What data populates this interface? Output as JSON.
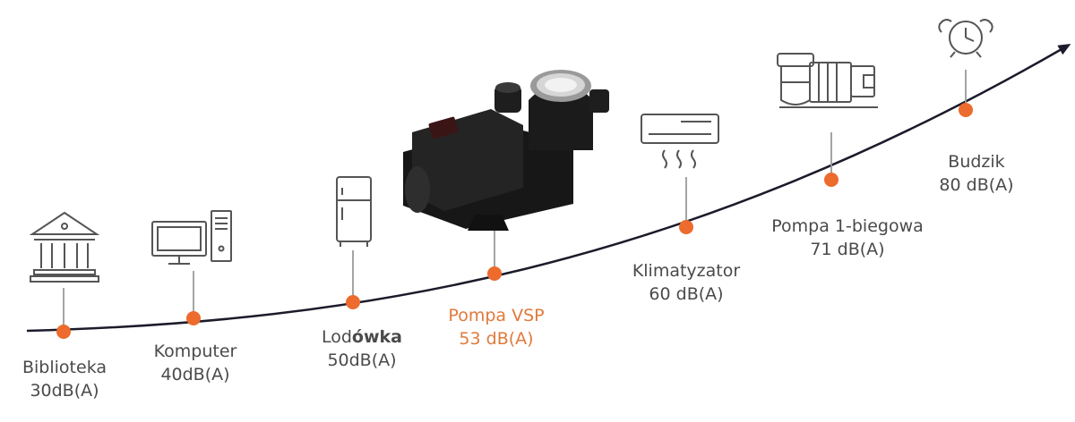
{
  "colors": {
    "curve": "#1b1b2b",
    "dot": "#ec6b2d",
    "stem": "#9a9a9a",
    "icon": "#555555",
    "highlight": "#e07a3c",
    "text": "#4a4a4a"
  },
  "items": [
    {
      "id": "biblioteka",
      "name": "Biblioteka",
      "level": "30dB(A)",
      "icon": "library-icon",
      "highlight": false
    },
    {
      "id": "komputer",
      "name": "Komputer",
      "level": "40dB(A)",
      "icon": "computer-icon",
      "highlight": false
    },
    {
      "id": "lodowka",
      "name_plain": "Lod",
      "name_bold": "ówka",
      "level": "50dB(A)",
      "icon": "fridge-icon",
      "highlight": false
    },
    {
      "id": "pompa-vsp",
      "name": "Pompa VSP",
      "level": "53 dB(A)",
      "icon": "pool-pump-photo-icon",
      "highlight": true
    },
    {
      "id": "klimatyzator",
      "name": "Klimatyzator",
      "level": "60 dB(A)",
      "icon": "air-conditioner-icon",
      "highlight": false
    },
    {
      "id": "pompa-1",
      "name": "Pompa 1-biegowa",
      "level": "71 dB(A)",
      "icon": "single-speed-pump-icon",
      "highlight": false
    },
    {
      "id": "budzik",
      "name": "Budzik",
      "level": "80 dB(A)",
      "icon": "alarm-clock-icon",
      "highlight": false
    }
  ]
}
